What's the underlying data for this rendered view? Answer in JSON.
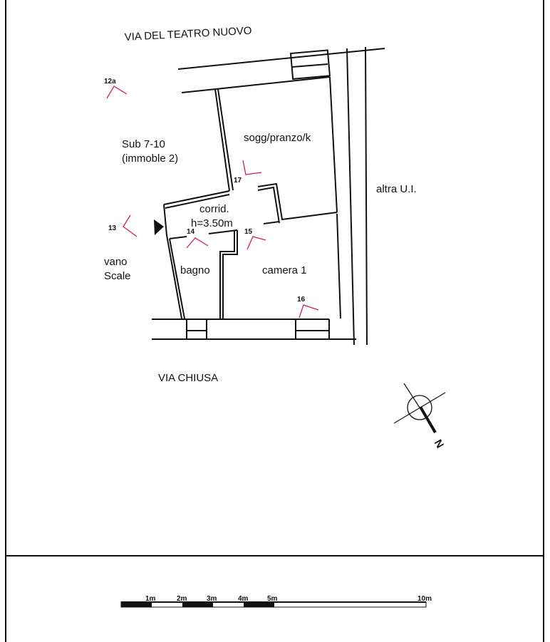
{
  "streets": {
    "top": "VIA DEL TEATRO NUOVO",
    "bottom": "VIA CHIUSA"
  },
  "rooms": {
    "living": "sogg/pranzo/k",
    "corridor": "corrid.",
    "corridor_height": "h=3.50m",
    "bathroom": "bagno",
    "bedroom": "camera 1"
  },
  "neighbours": {
    "sub_line1": "Sub 7-10",
    "sub_line2": "(immoble 2)",
    "stairs_line1": "vano",
    "stairs_line2": "Scale",
    "other_unit": "altra U.I."
  },
  "photo_markers": [
    "12a",
    "13",
    "14",
    "15",
    "16",
    "17"
  ],
  "compass": {
    "label": "N"
  },
  "scale_bar": {
    "labels": [
      "1m",
      "2m",
      "3m",
      "4m",
      "5m",
      "10m"
    ]
  },
  "colors": {
    "walls": "#111111",
    "markers": "#d0204a"
  }
}
